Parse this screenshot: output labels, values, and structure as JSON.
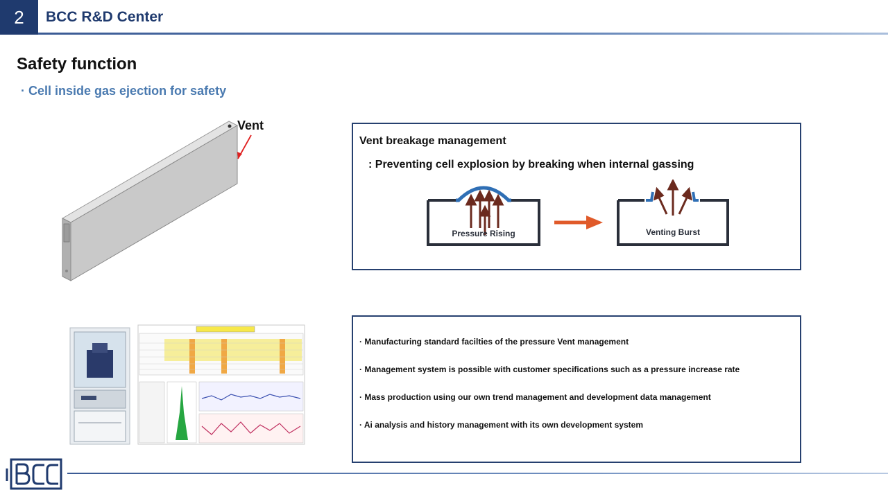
{
  "header": {
    "page_number": "2",
    "title": "BCC R&D Center"
  },
  "slide": {
    "title": "Safety function",
    "subtitle": "· Cell inside gas ejection for safety"
  },
  "cell_image": {
    "vent_label": "Vent"
  },
  "vent_box": {
    "heading": "Vent breakage management",
    "description": ": Preventing cell explosion by breaking when internal gassing",
    "left_diagram_label": "Pressure Rising",
    "right_diagram_label": "Venting Burst"
  },
  "bullets": [
    "· Manufacturing standard facilties of the pressure Vent management",
    "· Management system is possible with customer specifications such as a pressure increase rate",
    "· Mass production using our own trend management and development data management",
    "· Ai analysis and history management with its own development system"
  ],
  "footer": {
    "logo_text": "BCC"
  },
  "colors": {
    "brand_navy": "#1f3a6e",
    "subtitle_blue": "#4a7ab0",
    "arrow_red": "#e05a2a",
    "gas_brown": "#6b2a1e"
  }
}
